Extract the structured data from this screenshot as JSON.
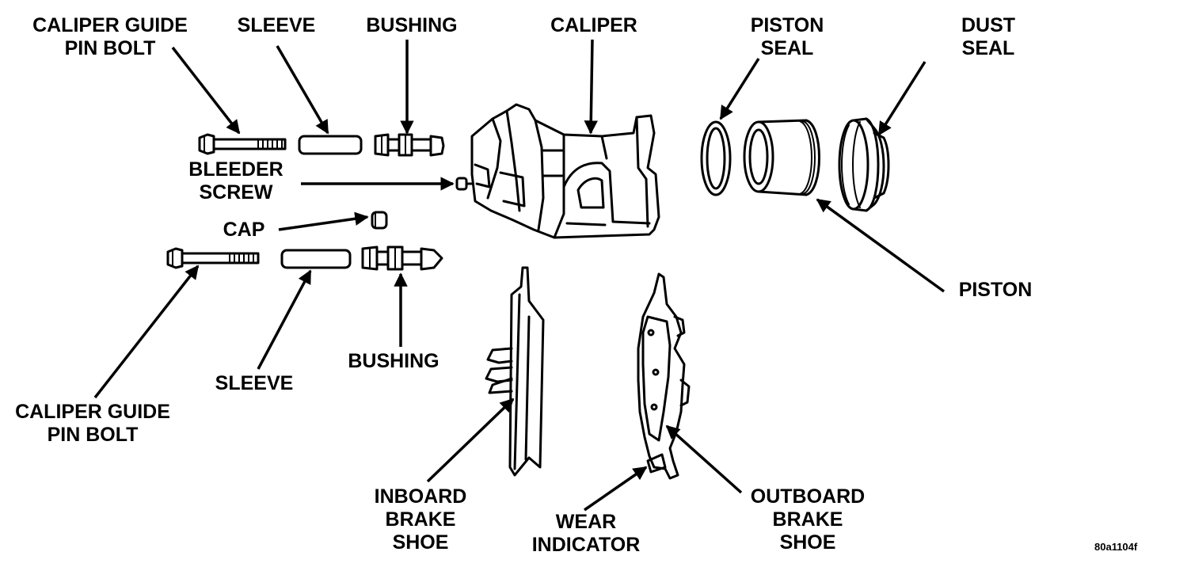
{
  "labels": {
    "caliper_guide_pin_bolt_upper": [
      "CALIPER GUIDE",
      "PIN BOLT"
    ],
    "sleeve_upper": [
      "SLEEVE"
    ],
    "bushing_upper": [
      "BUSHING"
    ],
    "caliper": [
      "CALIPER"
    ],
    "piston_seal": [
      "PISTON",
      "SEAL"
    ],
    "dust_seal": [
      "DUST",
      "SEAL"
    ],
    "bleeder_screw": [
      "BLEEDER",
      "SCREW"
    ],
    "cap": [
      "CAP"
    ],
    "piston": [
      "PISTON"
    ],
    "bushing_lower": [
      "BUSHING"
    ],
    "sleeve_lower": [
      "SLEEVE"
    ],
    "caliper_guide_pin_bolt_lower": [
      "CALIPER GUIDE",
      "PIN BOLT"
    ],
    "inboard_brake_shoe": [
      "INBOARD",
      "BRAKE",
      "SHOE"
    ],
    "wear_indicator": [
      "WEAR",
      "INDICATOR"
    ],
    "outboard_brake_shoe": [
      "OUTBOARD",
      "BRAKE",
      "SHOE"
    ]
  },
  "figure_ref": "80a1104f",
  "colors": {
    "ink": "#000000",
    "paper": "#ffffff"
  }
}
